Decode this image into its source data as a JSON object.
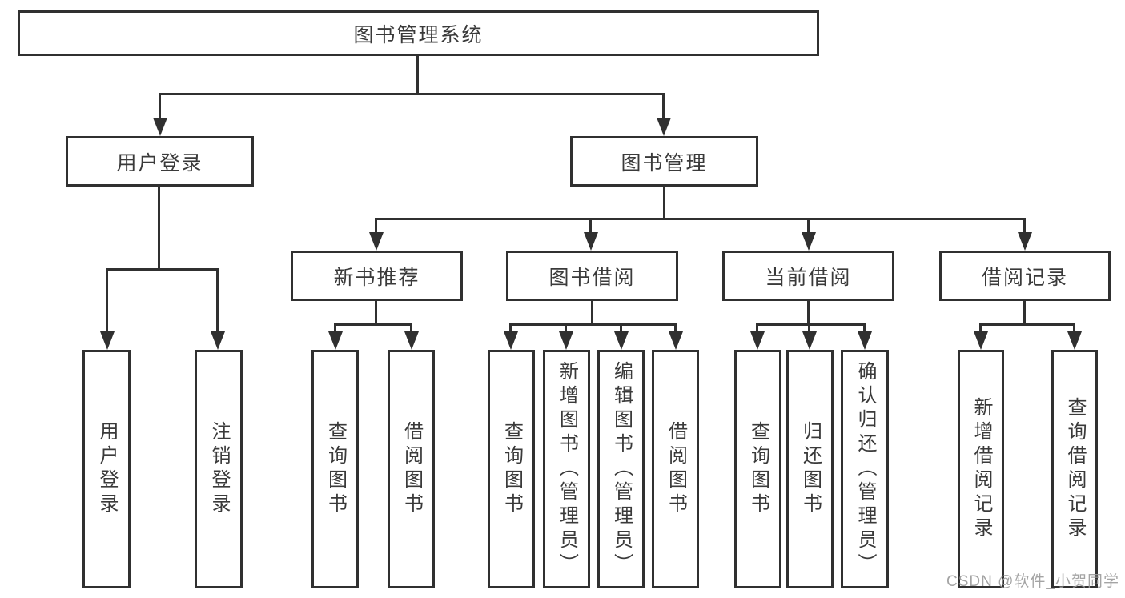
{
  "colors": {
    "line": "#303030",
    "text": "#3a3a3a",
    "watermark": "#9b9b9b",
    "background": "#ffffff"
  },
  "watermark": {
    "text": "CSDN @软件_小贺同学"
  },
  "tree": {
    "root": {
      "label": "图书管理系统"
    },
    "login": {
      "label": "用户登录",
      "children": [
        {
          "label": "用户登录"
        },
        {
          "label": "注销登录"
        }
      ]
    },
    "management": {
      "label": "图书管理",
      "sections": [
        {
          "label": "新书推荐",
          "children": [
            {
              "label": "查询图书"
            },
            {
              "label": "借阅图书"
            }
          ]
        },
        {
          "label": "图书借阅",
          "children": [
            {
              "label": "查询图书"
            },
            {
              "label": "新增图书（管理员）"
            },
            {
              "label": "编辑图书（管理员）"
            },
            {
              "label": "借阅图书"
            }
          ]
        },
        {
          "label": "当前借阅",
          "children": [
            {
              "label": "查询图书"
            },
            {
              "label": "归还图书"
            },
            {
              "label": "确认归还（管理员）"
            }
          ]
        },
        {
          "label": "借阅记录",
          "children": [
            {
              "label": "新增借阅记录"
            },
            {
              "label": "查询借阅记录"
            }
          ]
        }
      ]
    }
  }
}
